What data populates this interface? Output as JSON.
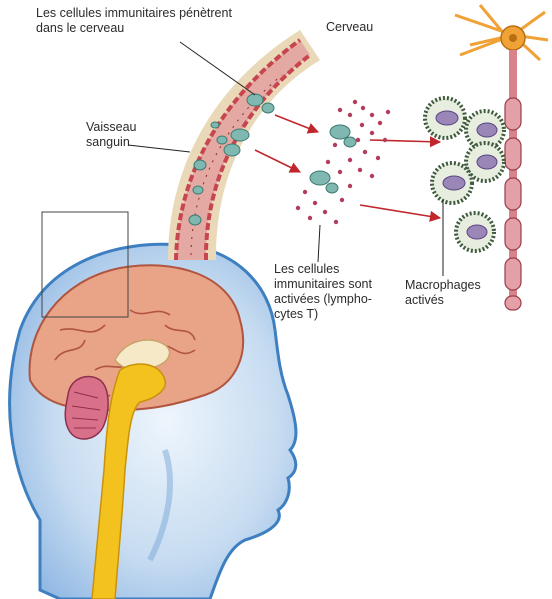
{
  "labels": {
    "penetrent": "Les cellules immunitaires pénètrent dans le cerveau",
    "cerveau": "Cerveau",
    "vaisseau": "Vaisseau sanguin",
    "activees": "Les cellules immunitaires sont activées (lympho-cytes T)",
    "macrophages": "Macrophages activés"
  },
  "colors": {
    "vessel": "#e3a9a2",
    "vessel_wall": "#c7454f",
    "immune_cell": "#7fb8b0",
    "lymphocyte_dot": "#b23c5a",
    "arrow": "#c0272d",
    "head_skin": "#bcd6ef",
    "head_outline": "#3d7fc0",
    "brain": "#e9a386",
    "spinal_cord": "#f3c21e",
    "cerebellum": "#d9708a",
    "neuron_axon": "#d8828c",
    "neuron_body": "#f0a236",
    "macrophage_body": "#e7eedf",
    "macrophage_spikes": "#3f5a3d",
    "macrophage_nucleus": "#9a86b7"
  }
}
